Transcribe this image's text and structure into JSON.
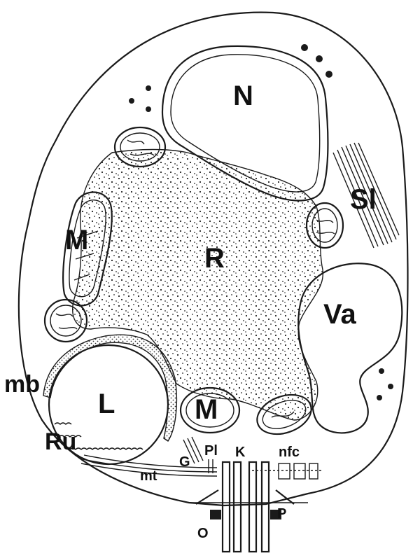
{
  "labels": {
    "nucleus": "N",
    "striated_inclusion": "Sl",
    "mitochondrion_left": "M",
    "ribosome_region": "R",
    "vacuole": "Va",
    "microbody": "mb",
    "lipid": "L",
    "mitochondrion_bottom": "M",
    "rumposome": "Ru",
    "golgi": "G",
    "plastid": "Pl",
    "kinetosome": "K",
    "nonflagellated_centriole": "nfc",
    "microtubules": "mt",
    "plug": "P",
    "opening": "O"
  },
  "colors": {
    "ink": "#1a1a1a",
    "background": "#ffffff"
  }
}
